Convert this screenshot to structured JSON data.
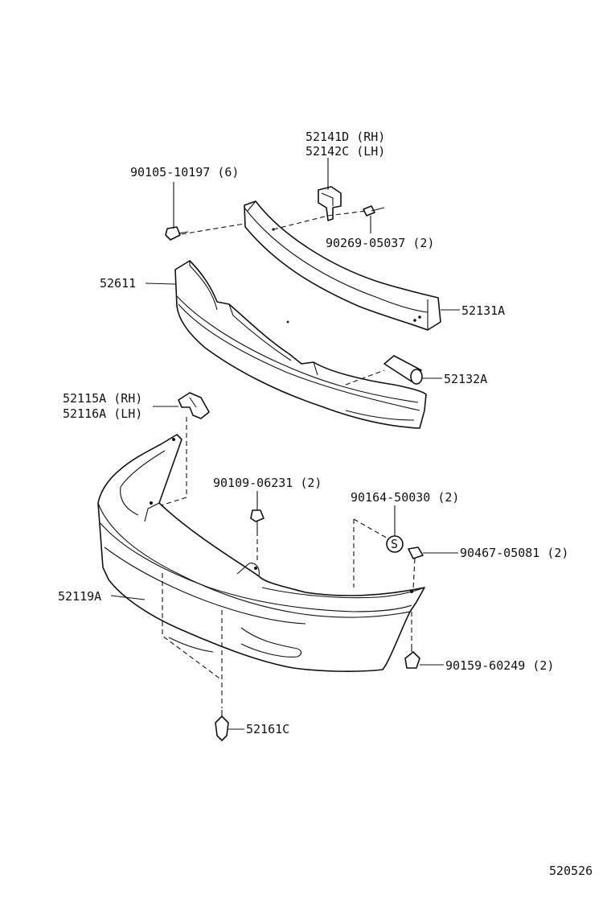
{
  "diagram": {
    "labels": {
      "p52141d": "52141D (RH)",
      "p52142c": "52142C (LH)",
      "p90105": "90105-10197 (6)",
      "p90269": "90269-05037 (2)",
      "p52611": "52611",
      "p52131a": "52131A",
      "p52132a": "52132A",
      "p52115a": "52115A (RH)",
      "p52116a": "52116A (LH)",
      "p90109": "90109-06231 (2)",
      "p90164": "90164-50030 (2)",
      "p90467": "90467-05081 (2)",
      "p52119a": "52119A",
      "p90159": "90159-60249 (2)",
      "p52161c": "52161C",
      "figure_number": "520526"
    },
    "glyphs": {
      "clip_marker": "S"
    }
  }
}
